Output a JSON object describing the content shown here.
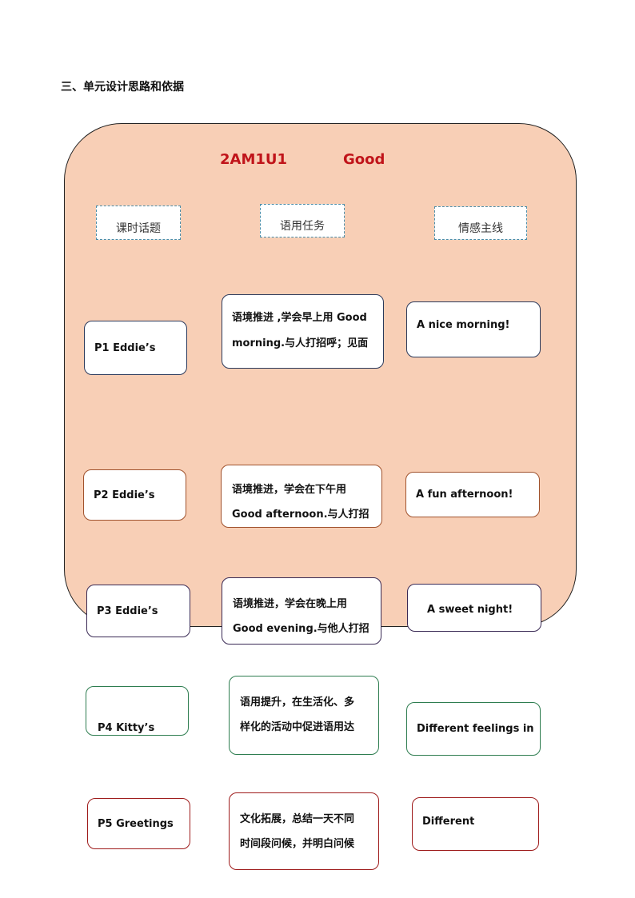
{
  "heading": "三、单元设计思路和依据",
  "diagram": {
    "title_left": "2AM1U1",
    "title_right": "Good",
    "headers": [
      "课时话题",
      "语用任务",
      "情感主线"
    ],
    "rows": [
      {
        "topic": "P1 Eddie’s",
        "task_lines": [
          "语境推进 ,学会早上用 Good",
          "morning.与人打招呼；见面"
        ],
        "emotion": "A nice morning!"
      },
      {
        "topic": "P2 Eddie’s",
        "task_lines": [
          "语境推进，学会在下午用",
          "Good afternoon.与人打招"
        ],
        "emotion": "A fun afternoon!"
      },
      {
        "topic": "P3 Eddie’s",
        "task_lines": [
          "语境推进，学会在晚上用",
          "Good evening.与他人打招"
        ],
        "emotion": "A sweet night!"
      },
      {
        "topic": "P4 Kitty’s",
        "task_lines": [
          "语用提升，在生活化、多",
          "样化的活动中促进语用达"
        ],
        "emotion": "Different feelings in"
      },
      {
        "topic": "P5 Greetings",
        "task_lines": [
          "文化拓展，总结一天不同",
          "时间段问候，并明白问候"
        ],
        "emotion": "Different"
      }
    ]
  }
}
